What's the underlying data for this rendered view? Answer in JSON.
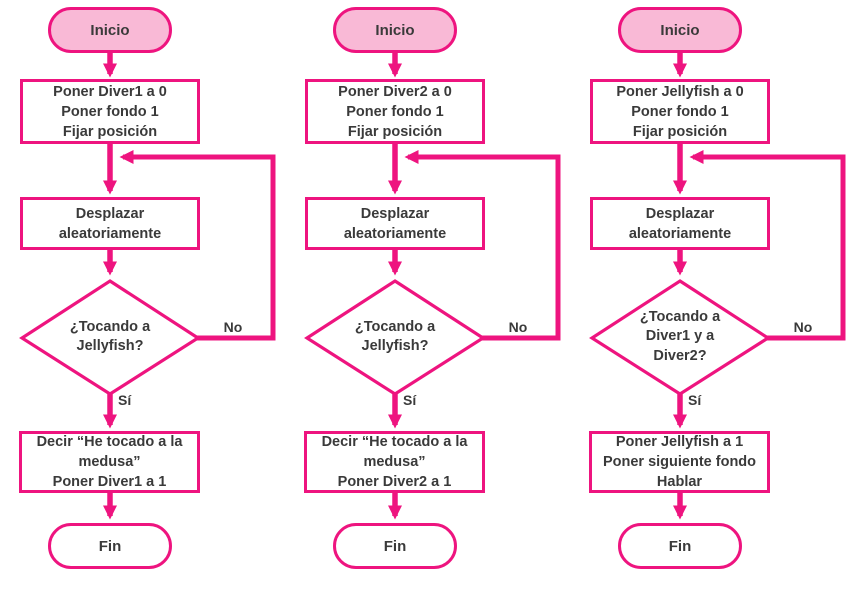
{
  "colors": {
    "line": "#EE147F",
    "fill_light": "#F9B9D6",
    "text": "#3A3A3A",
    "background": "#FFFFFF"
  },
  "decision_labels": {
    "yes": "Sí",
    "no": "No"
  },
  "flowcharts": [
    {
      "start": "Inicio",
      "init": "Poner Diver1 a 0\nPoner fondo 1\nFijar posición",
      "move": "Desplazar\naleatoriamente",
      "decision": "¿Tocando a\nJellyfish?",
      "action": "Decir “He tocado a la\nmedusa”\nPoner Diver1 a 1",
      "end": "Fin"
    },
    {
      "start": "Inicio",
      "init": "Poner Diver2 a 0\nPoner fondo 1\nFijar posición",
      "move": "Desplazar\naleatoriamente",
      "decision": "¿Tocando a\nJellyfish?",
      "action": "Decir “He tocado a la\nmedusa”\nPoner Diver2 a 1",
      "end": "Fin"
    },
    {
      "start": "Inicio",
      "init": "Poner Jellyfish a 0\nPoner fondo 1\nFijar posición",
      "move": "Desplazar\naleatoriamente",
      "decision": "¿Tocando a\nDiver1 y a\nDiver2?",
      "action": "Poner Jellyfish a 1\nPoner siguiente fondo\nHablar",
      "end": "Fin"
    }
  ]
}
